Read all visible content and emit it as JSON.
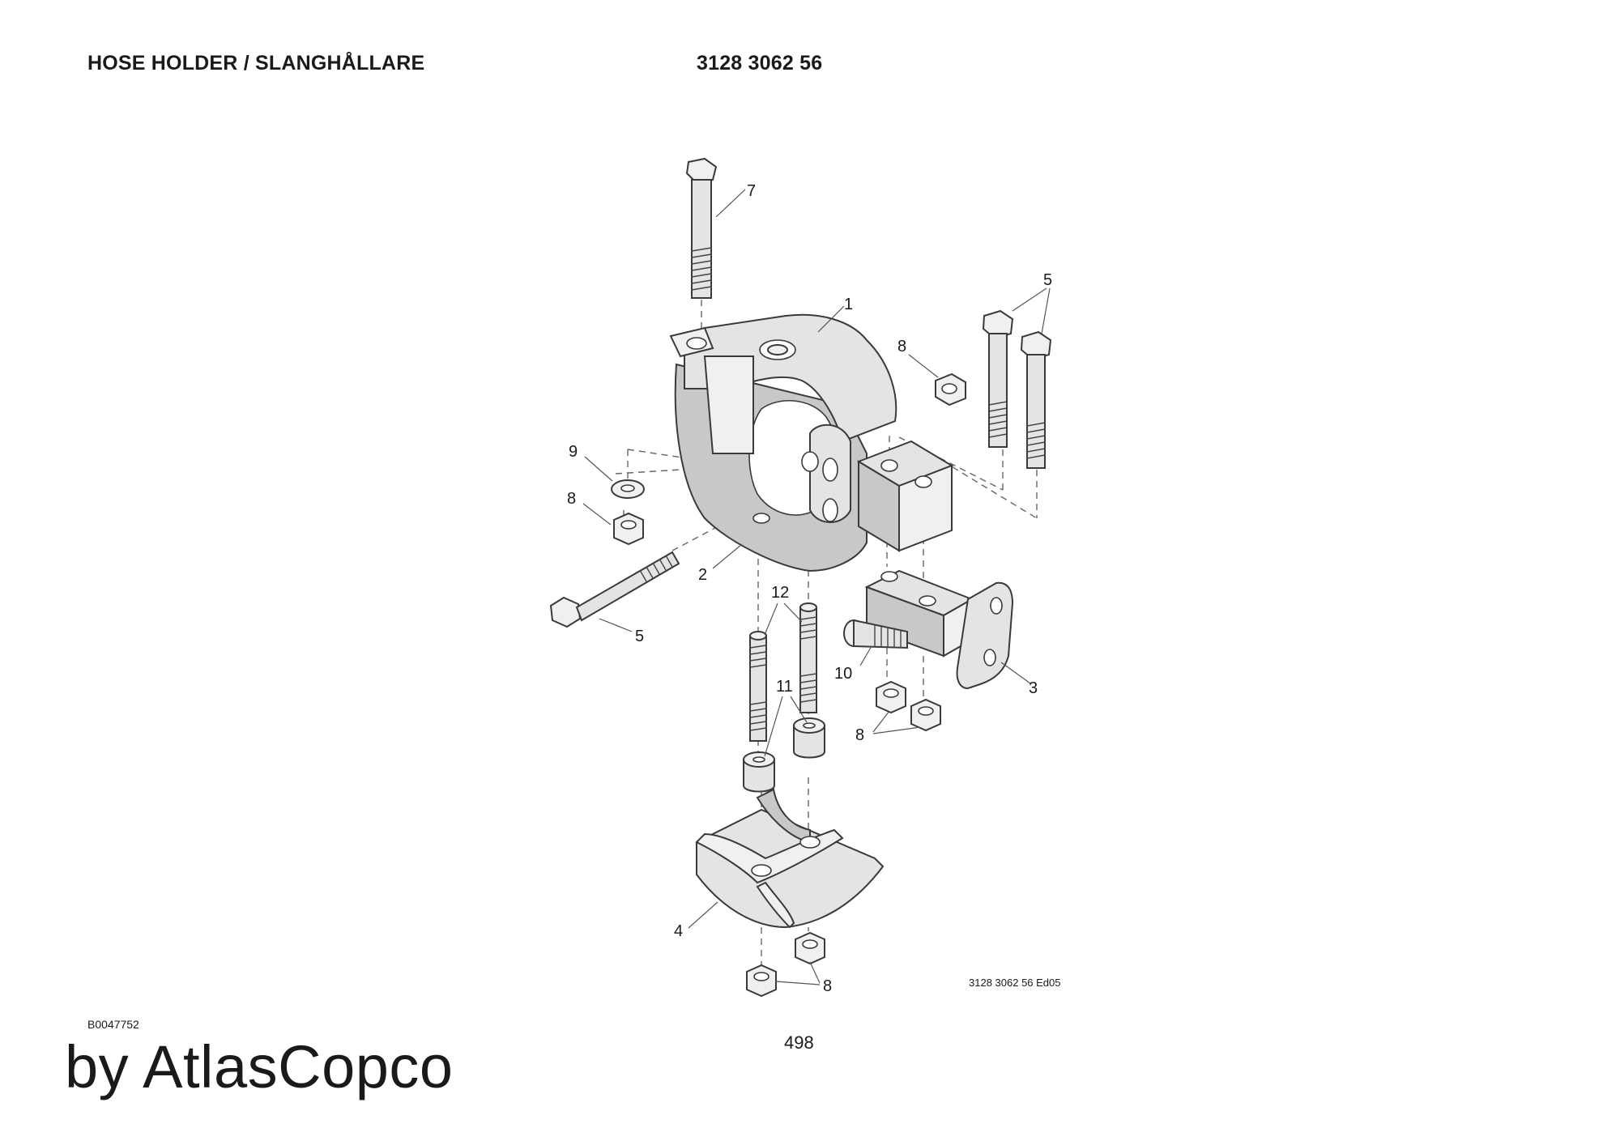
{
  "header": {
    "title": "HOSE HOLDER / SLANGHÅLLARE",
    "part_number": "3128 3062 56"
  },
  "drawing": {
    "edition_label": "3128 3062 56 Ed05",
    "callouts": {
      "c1": "1",
      "c2": "2",
      "c3": "3",
      "c4": "4",
      "c5a": "5",
      "c5b": "5",
      "c7": "7",
      "c8a": "8",
      "c8b": "8",
      "c8c": "8",
      "c8d": "8",
      "c9": "9",
      "c10": "10",
      "c11": "11",
      "c12": "12"
    }
  },
  "footer": {
    "doc_id": "B0047752",
    "page_number": "498",
    "brand": "by AtlasCopco"
  }
}
